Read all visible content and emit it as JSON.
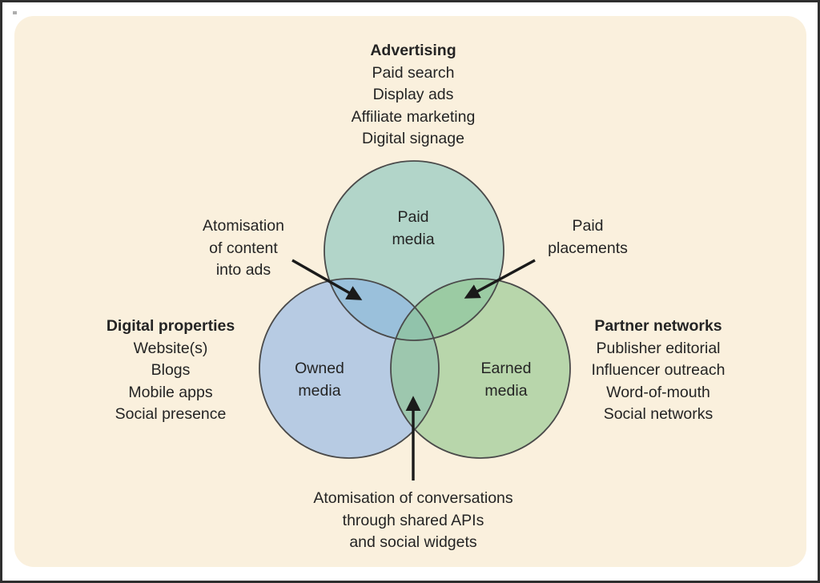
{
  "colors": {
    "page_margin": "#ffffff",
    "panel_background": "#faf0dd",
    "frame_border": "#2f2f2f",
    "text": "#242424",
    "circle_outline": "#4a4a4a",
    "arrow": "#1a1a1a",
    "paid_circle": "#82c3bc",
    "owned_circle": "#8ab2e8",
    "earned_circle": "#8cc58a"
  },
  "blocks": {
    "advertising": {
      "title": "Advertising",
      "items": [
        "Paid search",
        "Display ads",
        "Affiliate marketing",
        "Digital signage"
      ]
    },
    "digital_properties": {
      "title": "Digital properties",
      "items": [
        "Website(s)",
        "Blogs",
        "Mobile apps",
        "Social presence"
      ]
    },
    "partner_networks": {
      "title": "Partner networks",
      "items": [
        "Publisher editorial",
        "Influencer outreach",
        "Word-of-mouth",
        "Social networks"
      ]
    }
  },
  "venn": {
    "paid": {
      "label_lines": [
        "Paid",
        "media"
      ]
    },
    "owned": {
      "label_lines": [
        "Owned",
        "media"
      ]
    },
    "earned": {
      "label_lines": [
        "Earned",
        "media"
      ]
    }
  },
  "annotations": {
    "content_into_ads": {
      "lines": [
        "Atomisation",
        "of content",
        "into ads"
      ]
    },
    "paid_placements": {
      "lines": [
        "Paid",
        "placements"
      ]
    },
    "conversations": {
      "lines": [
        "Atomisation of conversations",
        "through shared APIs",
        "and social widgets"
      ]
    }
  }
}
